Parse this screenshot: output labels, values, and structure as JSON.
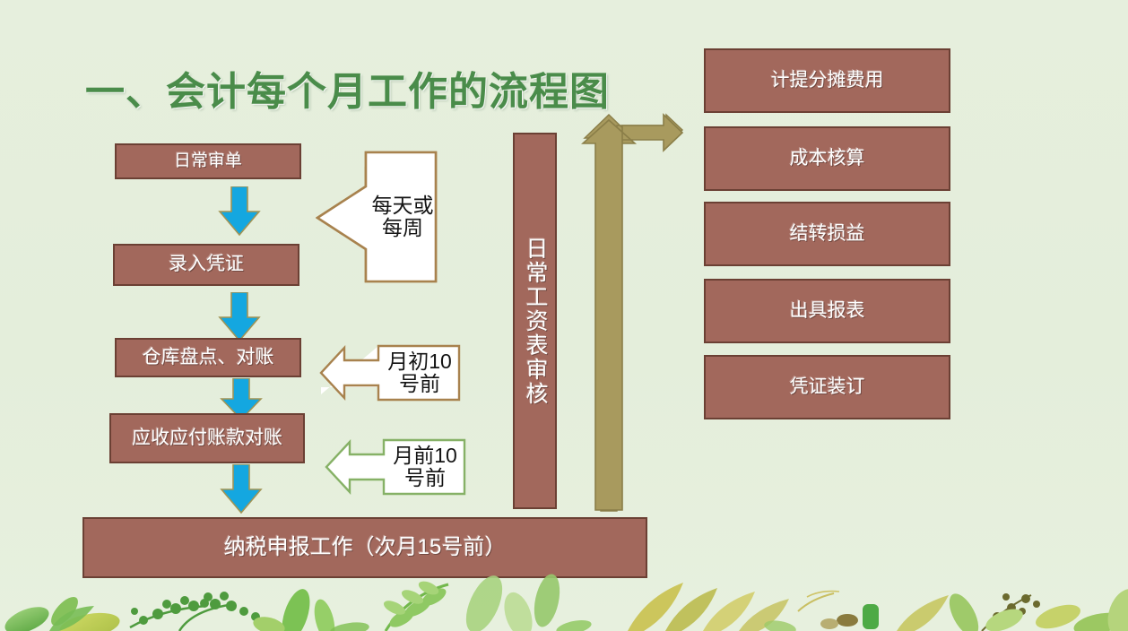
{
  "slide": {
    "title": "一、会计每个月工作的流程图",
    "background_color": "#e4eedb",
    "title_color": "#4a8c4a",
    "box_fill_color": "#a2685c",
    "box_border_color": "#6b4034",
    "blue_arrow_color": "#14a7e0",
    "olive_arrow_color": "#a89a5e"
  },
  "left_flow": {
    "steps": [
      {
        "label": "日常审单"
      },
      {
        "label": "录入凭证"
      },
      {
        "label": "仓库盘点、对账"
      },
      {
        "label": "应收应付账款对账"
      }
    ],
    "final_step": {
      "label": "纳税申报工作（次月15号前）"
    }
  },
  "callouts": [
    {
      "label": "每天或每周",
      "border_color": "#a8824e",
      "orientation": "vertical-block"
    },
    {
      "label": "月初10号前",
      "border_color": "#a8824e",
      "orientation": "horizontal"
    },
    {
      "label": "月前10号前",
      "border_color": "#86b166",
      "orientation": "horizontal"
    }
  ],
  "middle_column": {
    "label": "日常工资表审核"
  },
  "right_flow": {
    "steps": [
      {
        "label": "计提分摊费用"
      },
      {
        "label": "成本核算"
      },
      {
        "label": "结转损益"
      },
      {
        "label": "出具报表"
      },
      {
        "label": "凭证装订"
      }
    ]
  }
}
